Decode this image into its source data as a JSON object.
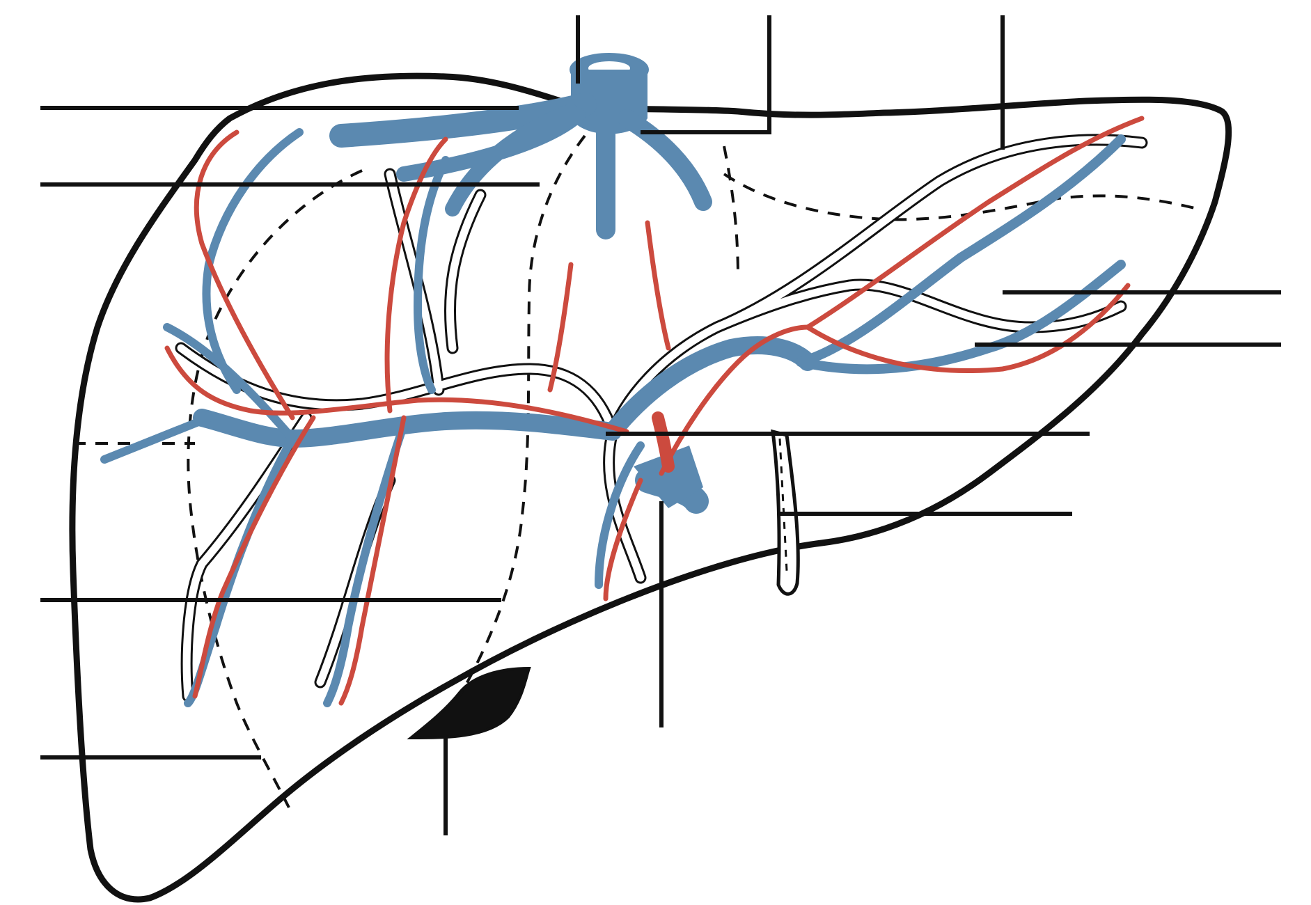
{
  "diagram": {
    "subject": "liver-segmental-anatomy",
    "colors": {
      "outline": "#111111",
      "hepatic_vein": "#5b89b0",
      "hepatic_artery": "#cc4a3e",
      "bile_duct": "#ffffff",
      "gallbladder": "#111111",
      "label_line": "#111111",
      "background": "#ffffff"
    },
    "labels": [
      {
        "id": "label-1",
        "text": ""
      },
      {
        "id": "label-2",
        "text": ""
      },
      {
        "id": "label-3",
        "text": ""
      },
      {
        "id": "label-4",
        "text": ""
      },
      {
        "id": "label-5",
        "text": ""
      },
      {
        "id": "label-6",
        "text": ""
      },
      {
        "id": "label-7",
        "text": ""
      },
      {
        "id": "label-8",
        "text": ""
      },
      {
        "id": "label-9",
        "text": ""
      },
      {
        "id": "label-10",
        "text": ""
      },
      {
        "id": "label-11",
        "text": ""
      },
      {
        "id": "label-12",
        "text": ""
      },
      {
        "id": "label-13",
        "text": ""
      },
      {
        "id": "label-14",
        "text": ""
      }
    ]
  }
}
